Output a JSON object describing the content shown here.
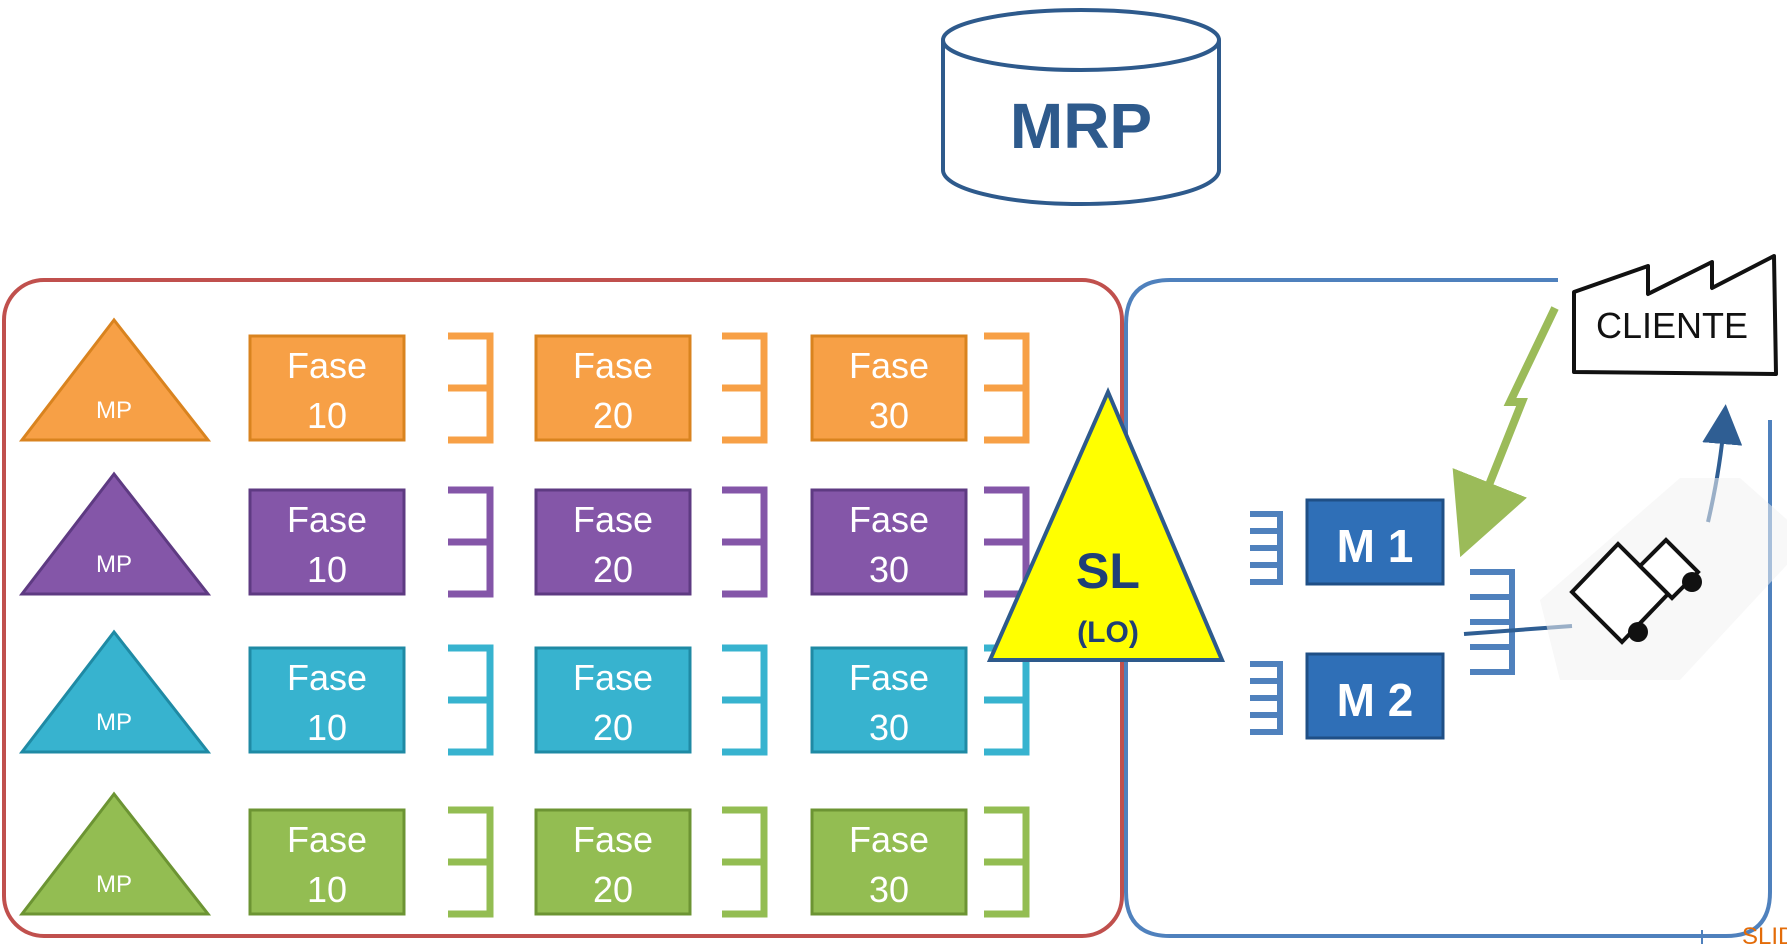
{
  "mrp": {
    "label": "MRP",
    "color": "#2e5a8c"
  },
  "rows": [
    {
      "color": "#f7a046",
      "dark": "#d9831f",
      "mp": "MP",
      "phases": [
        {
          "title": "Fase",
          "num": "10"
        },
        {
          "title": "Fase",
          "num": "20"
        },
        {
          "title": "Fase",
          "num": "30"
        }
      ]
    },
    {
      "color": "#8456a8",
      "dark": "#5e3a82",
      "mp": "MP",
      "phases": [
        {
          "title": "Fase",
          "num": "10"
        },
        {
          "title": "Fase",
          "num": "20"
        },
        {
          "title": "Fase",
          "num": "30"
        }
      ]
    },
    {
      "color": "#37b3cf",
      "dark": "#1f8aa4",
      "mp": "MP",
      "phases": [
        {
          "title": "Fase",
          "num": "10"
        },
        {
          "title": "Fase",
          "num": "20"
        },
        {
          "title": "Fase",
          "num": "30"
        }
      ]
    },
    {
      "color": "#93bd52",
      "dark": "#6c9433",
      "mp": "MP",
      "phases": [
        {
          "title": "Fase",
          "num": "10"
        },
        {
          "title": "Fase",
          "num": "20"
        },
        {
          "title": "Fase",
          "num": "30"
        }
      ]
    }
  ],
  "sl": {
    "title": "SL",
    "subtitle": "(LO)",
    "fill": "#ffff00",
    "text_color": "#1f3f77"
  },
  "machines": [
    {
      "label": "M 1"
    },
    {
      "label": "M 2"
    }
  ],
  "cliente": {
    "label": "CLIENTE"
  },
  "corner_text": "SLID",
  "colors": {
    "left_frame": "#c0504d",
    "right_frame": "#4f81bd",
    "machine": "#2f6fb7",
    "buffer_blue": "#4f81bd",
    "arrow_green": "#9bbb59",
    "arrow_blue": "#2f5e93"
  }
}
